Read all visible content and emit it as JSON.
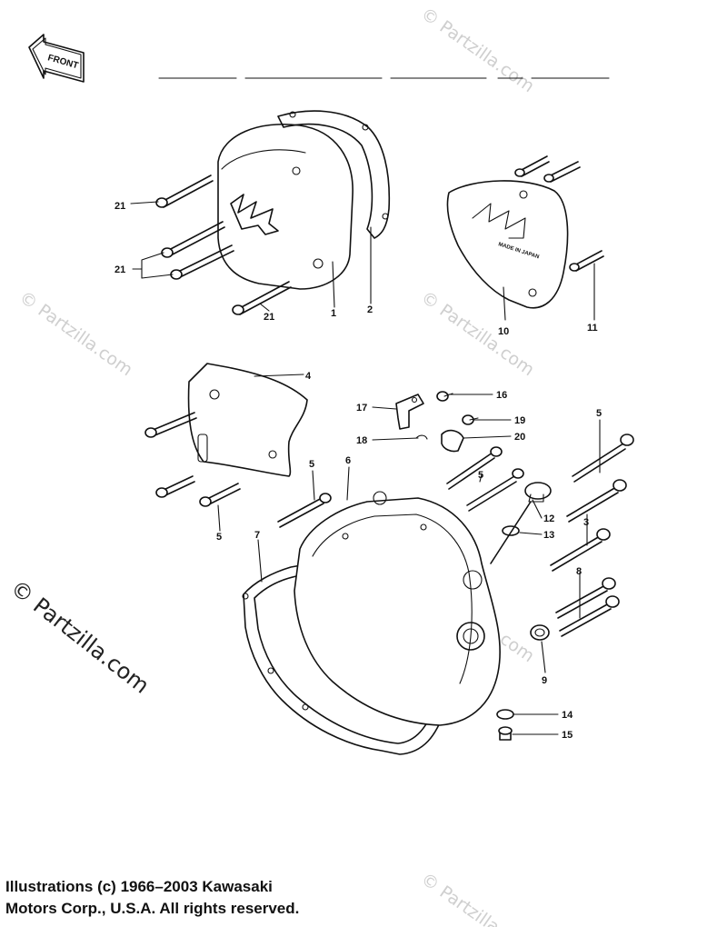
{
  "front_tag": "FRONT",
  "emblem_text": "MADE IN JAPAN",
  "watermark": "© Partzilla.com",
  "copyright": {
    "line1": "Illustrations (c) 1966–2003 Kawasaki",
    "line2": "Motors Corp., U.S.A.  All rights reserved."
  },
  "callouts": {
    "c1": "1",
    "c2": "2",
    "c3": "3",
    "c4": "4",
    "c5a": "5",
    "c5b": "5",
    "c5c": "5",
    "c5d": "5",
    "c6": "6",
    "c7": "7",
    "c8": "8",
    "c9": "9",
    "c10": "10",
    "c11": "11",
    "c12": "12",
    "c13": "13",
    "c14": "14",
    "c15": "15",
    "c16": "16",
    "c17": "17",
    "c18": "18",
    "c19": "19",
    "c20": "20",
    "c21a": "21",
    "c21b": "21",
    "c21c": "21"
  }
}
